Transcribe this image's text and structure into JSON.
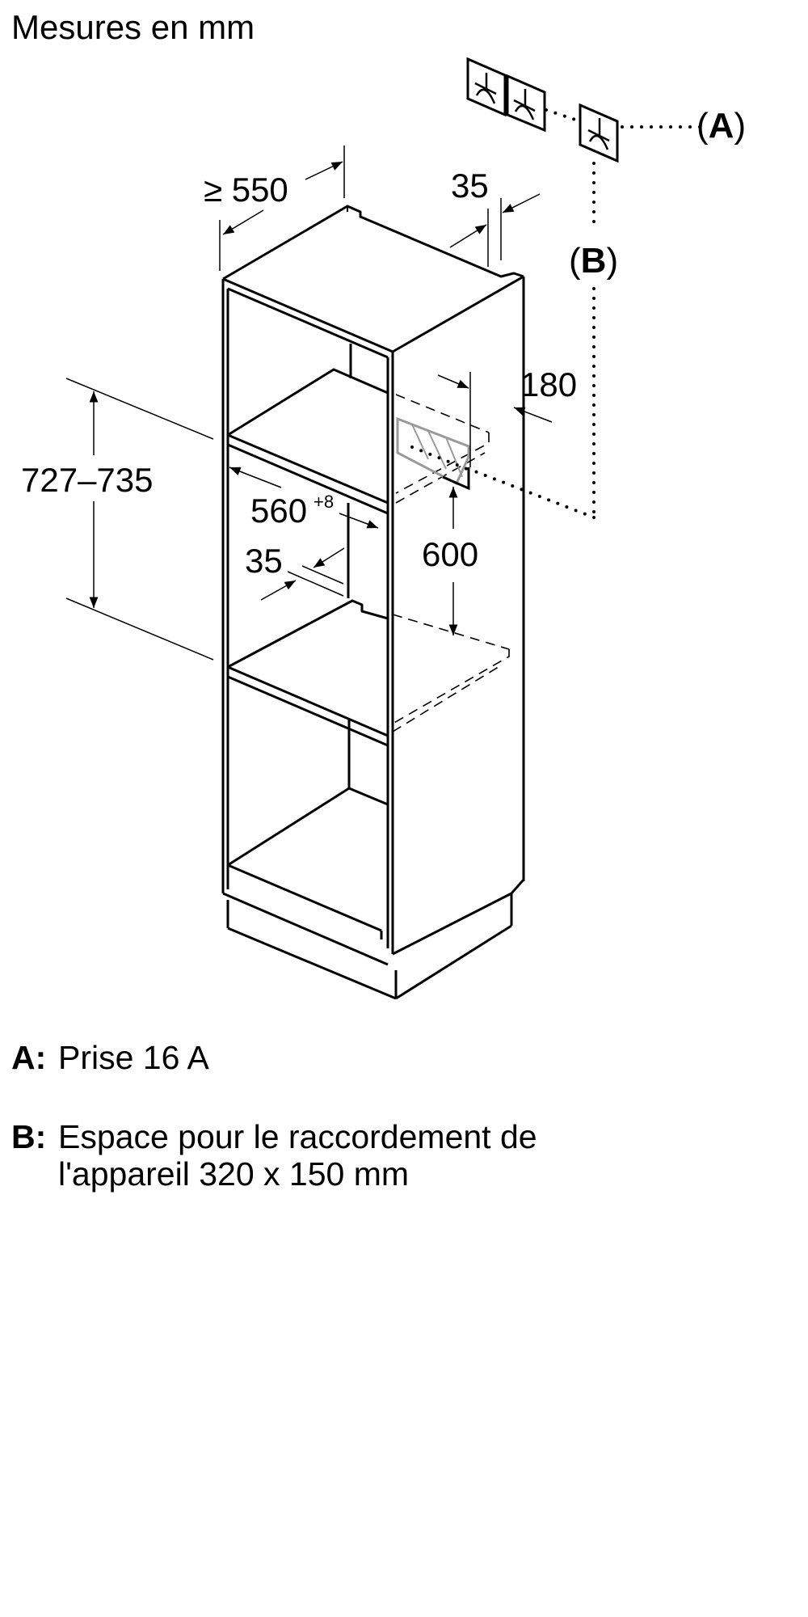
{
  "title": "Mesures en mm",
  "dimensions": {
    "depth_min": "≥ 550",
    "back_gap_top": "35",
    "connection_offset": "180",
    "niche_height": "727–735",
    "niche_width": "560",
    "niche_width_tolerance": "+8",
    "shelf_setback": "35",
    "connection_height": "600"
  },
  "callouts": {
    "a": "(A)",
    "a_letter": "A",
    "b": "(B)",
    "b_letter": "B"
  },
  "legend": [
    {
      "key": "A:",
      "text": "Prise 16 A"
    },
    {
      "key": "B:",
      "text": "Espace pour le raccordement de",
      "text2": "l'appareil 320 x 150 mm"
    }
  ],
  "colors": {
    "line": "#000000",
    "hatch": "#9a9a9a",
    "background": "#ffffff"
  }
}
